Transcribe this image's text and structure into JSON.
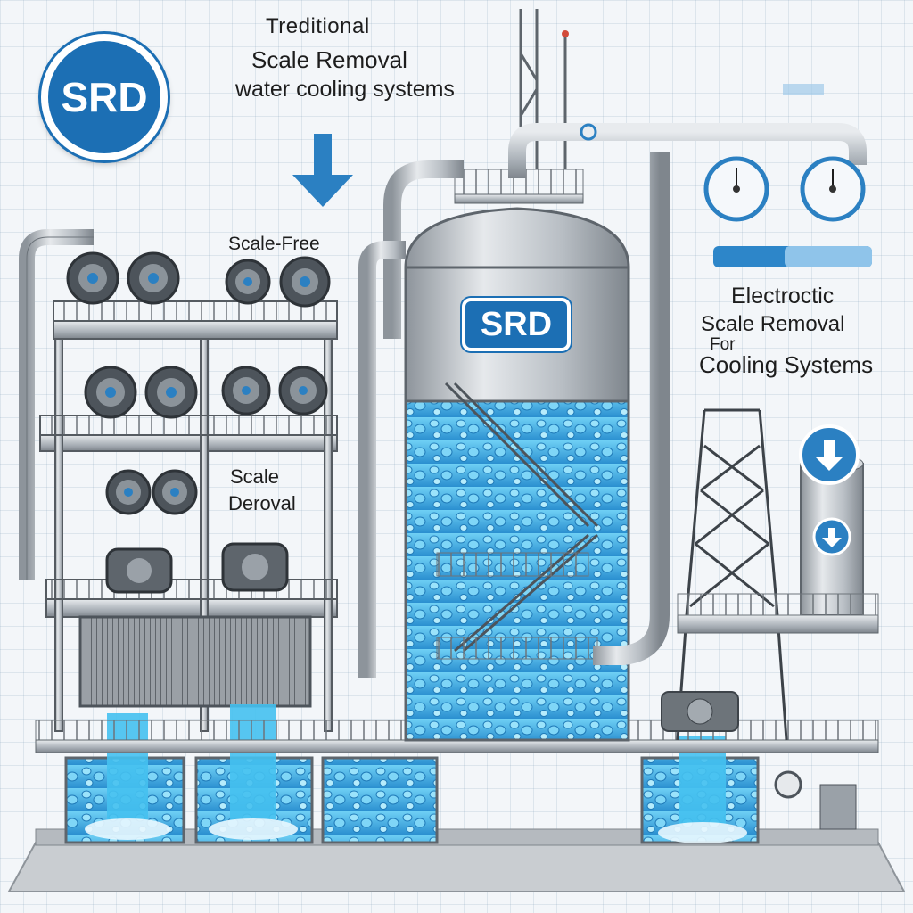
{
  "header": {
    "line1": "Treditional",
    "line2": "Scale Removal",
    "line3": "water cooling systems"
  },
  "badges": {
    "circle_logo": "SRD",
    "tank_logo": "SRD"
  },
  "labels": {
    "scale_free": "Scale-Free",
    "scale_line1": "Scale",
    "scale_line2": "Deroval"
  },
  "right_caption": {
    "line1": "Electroctic",
    "line2": "Scale Removal",
    "line3": "For",
    "line4": "Cooling Systems"
  },
  "icons": [
    "down-arrow-icon",
    "pressure-gauge-icon",
    "down-arrow-circle-icon",
    "fan-icon"
  ],
  "colors": {
    "brand_blue": "#1c6fb4",
    "water_blue": "#3fb0e6",
    "steel": "#a9b0b7"
  }
}
